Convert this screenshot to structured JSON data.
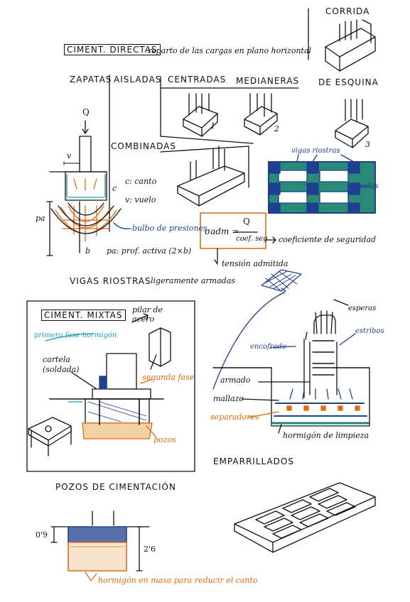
{
  "colors": {
    "ink": "#111111",
    "blue": "#1f3f8f",
    "orange": "#e06a10",
    "teal": "#1aa0b8",
    "green": "#1f8a70"
  },
  "labels": {
    "corrida": "CORRIDA",
    "ciment_directas": "CIMENT. DIRECTAS",
    "reparto": "reparto de las cargas en plano horizontal",
    "zapatas": "ZAPATAS",
    "aisladas": "AISLADAS",
    "centradas": "CENTRADAS",
    "medianeras": "MEDIANERAS",
    "de_esquina": "DE ESQUINA",
    "n1": "1",
    "n2": "2",
    "n3": "3",
    "combinadas": "COMBINADAS",
    "q": "Q",
    "v_small": "v",
    "c_small": "c",
    "c_canto": "c: canto",
    "v_vuelo": "v: vuelo",
    "pa": "pa",
    "bulbo": "bulbo de presiones",
    "b": "b",
    "pa_prof": "pa: prof. activa (2×b)",
    "vigas_riostras_note": "vigas riostras",
    "zapatas_note": "zapatas",
    "sigma_adm": "σadm =",
    "q_num": "Q",
    "coef_seg": "coef. seg",
    "coef_note": "coeficiente de seguridad",
    "tension": "tensión admitida",
    "vigas_riostras": "VIGAS RIOSTRAS",
    "ligeramente": "ligeramente armadas",
    "ciment_mixtas": "CIMENT. MIXTAS",
    "pilar_acero": "pilar de acero",
    "primera_fase": "primera fase hormigón",
    "cartela": "cartela (soldada)",
    "segunda_fase": "segunda fase",
    "pozos": "pozos",
    "esperas": "esperas",
    "encofrado": "encofrado",
    "estribos": "estribos",
    "armado": "armado",
    "mallazo": "mallazo",
    "separadores": "separadores",
    "hormigon_limpieza": "hormigón de limpieza",
    "emparrillados": "EMPARRILLADOS",
    "pozos_cimentacion": "POZOS DE CIMENTACIÓN",
    "d09": "0'9",
    "d26": "2'6",
    "hormigon_masa": "hormigón en masa para reducir el canto"
  }
}
